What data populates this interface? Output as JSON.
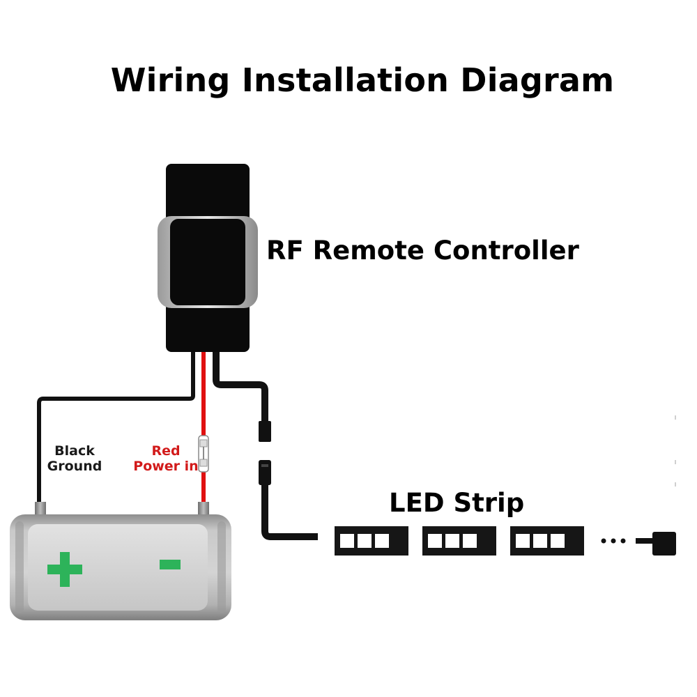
{
  "title": "Wiring Installation Diagram",
  "labels": {
    "controller": "RF Remote Controller",
    "led_strip": "LED Strip",
    "black_line1": "Black",
    "black_line2": "Ground",
    "red_line1": "Red",
    "red_line2": "Power in",
    "plus": "+",
    "minus": "-",
    "ellipsis": "• • •"
  },
  "colors": {
    "wire_black": "#111111",
    "wire_red": "#e01010",
    "battery_sign": "#2db35a",
    "label_red": "#d21a1a",
    "controller_body": "#0a0a0a"
  }
}
